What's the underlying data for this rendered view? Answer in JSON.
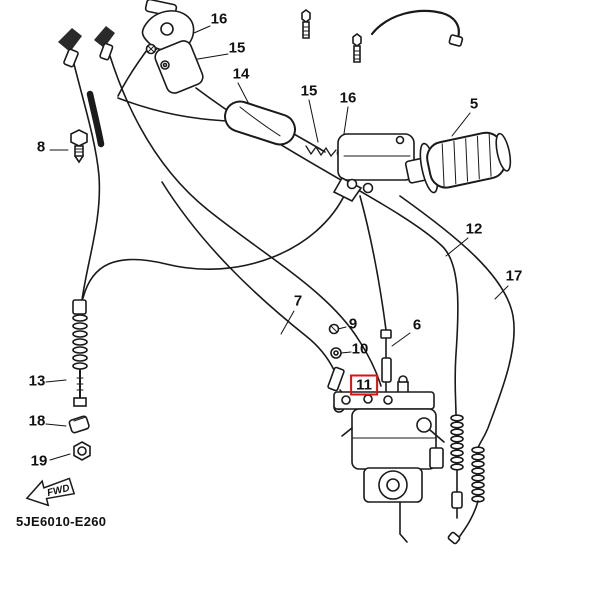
{
  "diagram": {
    "code": "5JE6010-E260",
    "fwd_arrow_label": "FWD",
    "highlighted_part": "11",
    "highlight_color": "#e01010",
    "background_color": "#ffffff",
    "line_color": "#1a1a1a"
  },
  "part_labels": {
    "p16_top": "16",
    "p15_top": "15",
    "p14": "14",
    "p15_mid": "15",
    "p16_mid": "16",
    "p5": "5",
    "p8": "8",
    "p12": "12",
    "p17": "17",
    "p7": "7",
    "p9": "9",
    "p10": "10",
    "p6": "6",
    "p11": "11",
    "p13": "13",
    "p18": "18",
    "p19": "19"
  }
}
